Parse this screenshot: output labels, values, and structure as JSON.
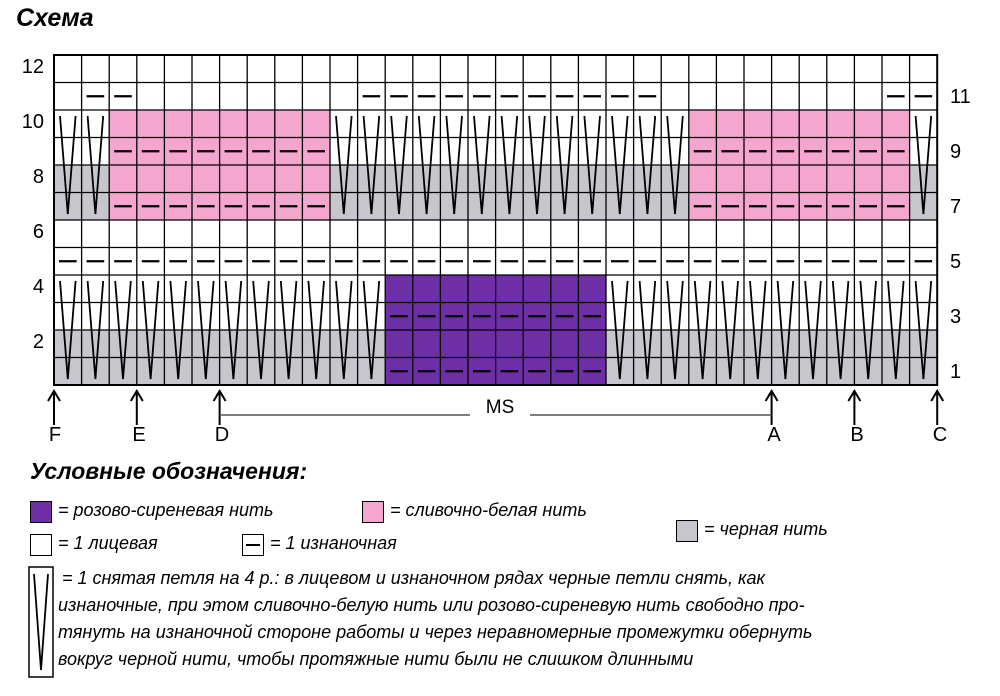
{
  "title": "Схема",
  "colors": {
    "gray": "#c6c6cc",
    "pink": "#f4a6cf",
    "purple": "#6e2fa6",
    "white": "#ffffff",
    "line": "#000000"
  },
  "chart": {
    "columns": 32,
    "rows": 12,
    "left_row_numbers": [
      "12",
      "10",
      "8",
      "6",
      "4",
      "2"
    ],
    "right_row_numbers": [
      "11",
      "9",
      "7",
      "5",
      "3",
      "1"
    ],
    "row_colors": [
      "gray",
      "gray",
      "white",
      "white",
      "white",
      "white",
      "gray",
      "gray",
      "white",
      "white",
      "white",
      "white"
    ],
    "purl_rows": [
      {
        "row": 11,
        "cols": "2-3, 12-22, 31-32"
      },
      {
        "row": 9,
        "cols": "3-10, 24-31"
      },
      {
        "row": 7,
        "cols": "3-10, 24-31"
      },
      {
        "row": 5,
        "cols": "1-32"
      },
      {
        "row": 3,
        "cols": "13-20"
      },
      {
        "row": 1,
        "cols": "13-20"
      }
    ],
    "color_blocks": [
      {
        "color": "pink",
        "rows": "7-10",
        "cols": "3-10"
      },
      {
        "color": "pink",
        "rows": "7-10",
        "cols": "24-31"
      },
      {
        "color": "purple",
        "rows": "1-4",
        "cols": "13-20"
      }
    ],
    "markers": [
      "F",
      "E",
      "D",
      "A",
      "B",
      "C"
    ],
    "repeat_label": "MS"
  },
  "legend": {
    "title": "Условные обозначения:",
    "purple_label": "= розово-сиреневая нить",
    "pink_label": "= сливочно-белая нить",
    "gray_label": "= черная нить",
    "knit_label": "= 1 лицевая",
    "purl_label": "= 1 изнаночная",
    "slip_lines": [
      "= 1 снятая петля на 4 р.: в лицевом и изнаночном рядах черные петли снять, как",
      "изнаночные, при этом сливочно-белую нить или розово-сиреневую нить свободно про-",
      "тянуть на изнаночной стороне работы и через неравномерные промежутки обернуть",
      "вокруг черной нити, чтобы протяжные нити были не слишком длинными"
    ]
  }
}
